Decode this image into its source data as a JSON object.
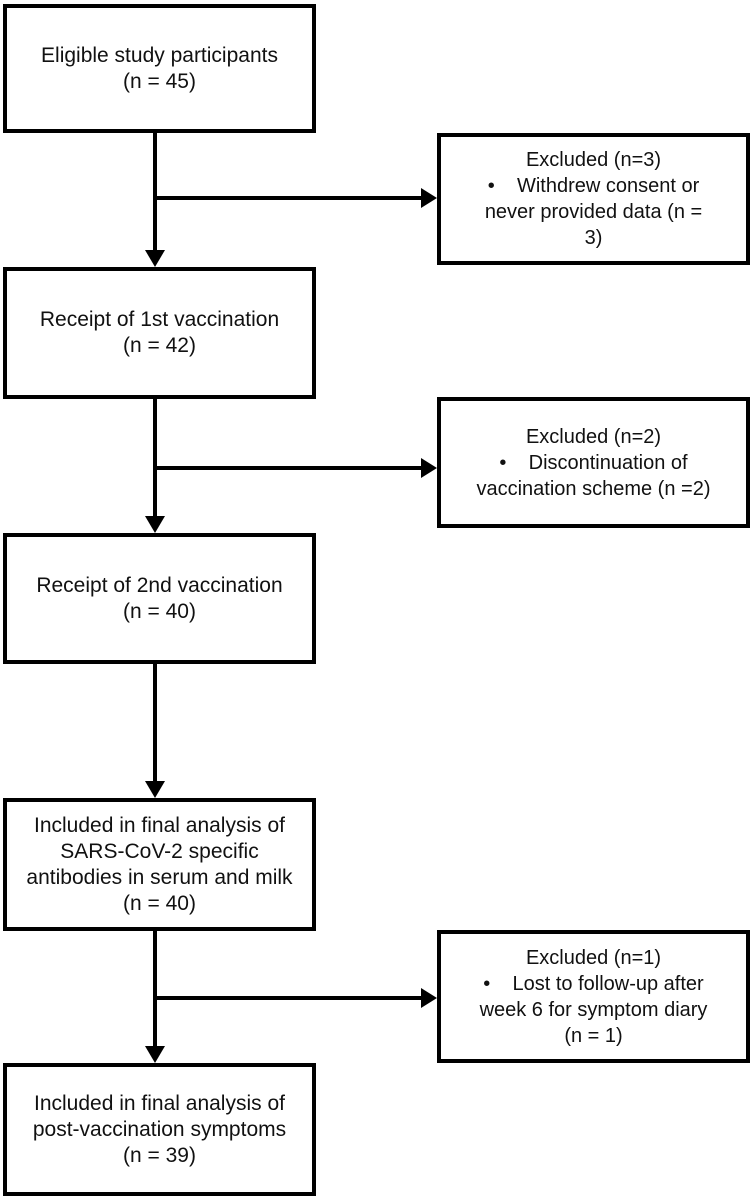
{
  "diagram": {
    "type": "flowchart",
    "colors": {
      "line": "#000000",
      "background": "#ffffff",
      "text": "#111111"
    },
    "boxes": {
      "eligible": {
        "lines": [
          "Eligible study participants",
          "(n = 45)"
        ]
      },
      "excluded1": {
        "lines": [
          "Excluded (n=3)",
          "•    Withdrew consent or",
          "never provided data (n =",
          "3)"
        ]
      },
      "vaccination1": {
        "lines": [
          "Receipt of 1st vaccination",
          "(n = 42)"
        ]
      },
      "excluded2": {
        "lines": [
          "Excluded (n=2)",
          "•    Discontinuation of",
          "vaccination scheme (n =2)"
        ]
      },
      "vaccination2": {
        "lines": [
          "Receipt of 2nd vaccination",
          "(n = 40)"
        ]
      },
      "analysis_antibodies": {
        "lines": [
          "Included in final analysis of",
          "SARS-CoV-2 specific",
          "antibodies in serum and milk",
          "(n = 40)"
        ]
      },
      "excluded3": {
        "lines": [
          "Excluded (n=1)",
          "•    Lost to follow-up after",
          "week 6 for symptom diary",
          "(n = 1)"
        ]
      },
      "analysis_symptoms": {
        "lines": [
          "Included in final analysis of",
          "post-vaccination symptoms",
          "(n = 39)"
        ]
      }
    }
  }
}
